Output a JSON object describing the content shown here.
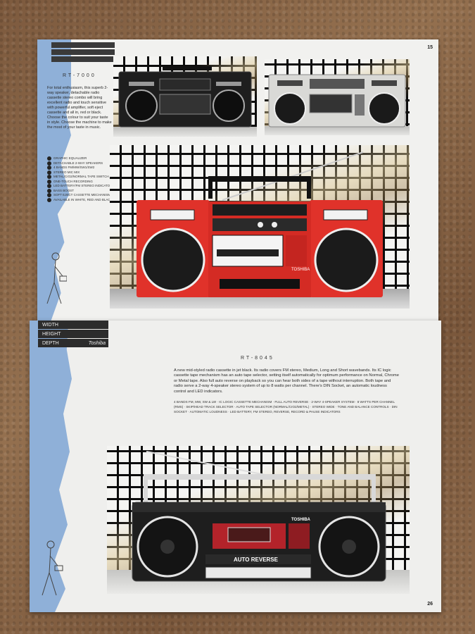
{
  "top_page": {
    "model": "RT-7000",
    "page_number": "15",
    "description": "For total enthusiasm, this superb 2-way speaker, detachable radio cassette stereo combo will bring excellent radio and touch sensitive with powerful amplifier, soft eject cassette and all in, red or black. Choose the colour to suit your taste in style. Choose the machine to make the most of your taste in music.",
    "features": [
      "GRAPHIC EQUALIZER",
      "DETACHABLE 2-WAY SPEAKERS",
      "4 BANDS FM/MW/SW1/SW2",
      "STEREO MIC MIX",
      "METAL/CrO2/NORMAL TAPE SWITCH",
      "ONE-TOUCH RECORDING",
      "LED BATTERY/FM STEREO INDICATORS",
      "BASS BOOST",
      "SOFT EJECT CASSETTE MECHANISM",
      "AVAILABLE IN WHITE, RED AND BLACK"
    ]
  },
  "bottom_page": {
    "specs": [
      {
        "label": "WIDTH",
        "value": ""
      },
      {
        "label": "HEIGHT",
        "value": ""
      },
      {
        "label": "DEPTH",
        "value": "Toshiba"
      }
    ],
    "model": "RT-8045",
    "page_number": "26",
    "description": "A new mid-styled radio cassette in jet black. Its radio covers FM stereo, Medium, Long and Short wavebands. Its IC logic cassette tape mechanism has an auto tape selector, setting itself automatically for optimum performance on Normal, Chrome or Metal tape. Also full auto reverse on playback so you can hear both sides of a tape without interruption. Both tape and radio serve a 2-way 4-speaker stereo system of up to 8 watts per channel. There's DIN Socket, an automatic loudness control and LED indicators.",
    "features": "4 BANDS FM, MW, SW & LW · IC LOGIC CASSETTE MECHANISM · FULL AUTO REVERSE · 2-WAY 4-SPEAKER SYSTEM · 8 WATTS PER CHANNEL (RMS) · SKIP/HEAD TRACK SELECTOR · AUTO TAPE SELECTOR (NORMAL/CrO2/METAL) · STEREO WIDE · TONE AND BALANCE CONTROLS · DIN SOCKET · AUTOMATIC LOUDNESS · LED BATTERY, FM STEREO, REVERSE, RECORD & PAUSE INDICATORS",
    "radio_brand": "TOSHIBA",
    "radio_label": "AUTO REVERSE"
  },
  "red_radio_brand": "TOSHIBA",
  "colors": {
    "blue_strip": "#8fb0d8",
    "red_radio": "#e0322a",
    "black_radio": "#1e1e1e",
    "silver_radio": "#d9d9d6",
    "carpet": "#8a6447"
  }
}
